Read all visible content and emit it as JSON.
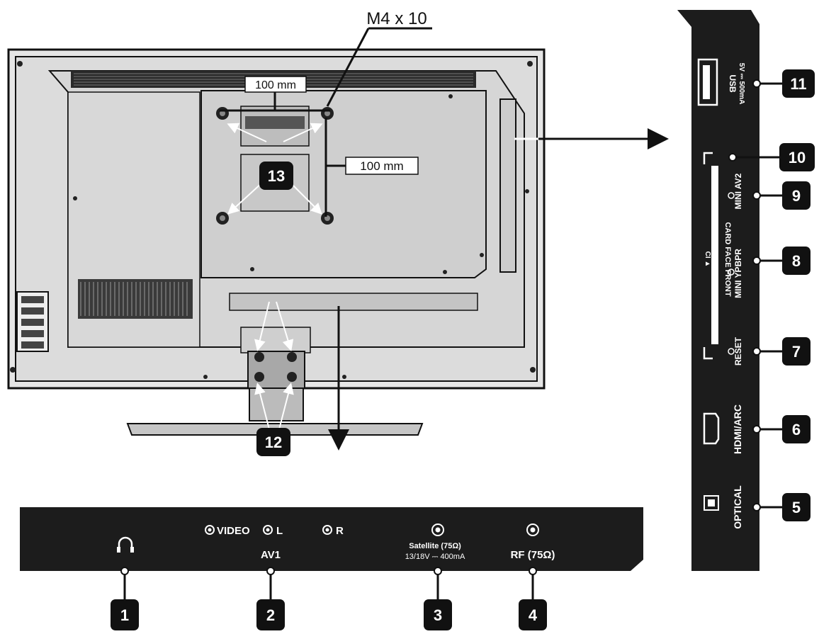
{
  "annotations": {
    "screw_spec": "M4 x 10",
    "vesa_horizontal": "100 mm",
    "vesa_vertical": "100 mm"
  },
  "callouts": {
    "n1": "1",
    "n2": "2",
    "n3": "3",
    "n4": "4",
    "n5": "5",
    "n6": "6",
    "n7": "7",
    "n8": "8",
    "n9": "9",
    "n10": "10",
    "n11": "11",
    "n12": "12",
    "n13": "13"
  },
  "bottom_panel": {
    "video_label": "VIDEO",
    "l_label": "L",
    "r_label": "R",
    "av1_label": "AV1",
    "satellite_label": "Satellite (75Ω)",
    "satellite_power": "13/18V ⎓ 400mA",
    "rf_label": "RF (75Ω)"
  },
  "side_panel": {
    "usb_label": "USB",
    "usb_power": "5V ⎓ 500mA",
    "mini_av2_label": "MINI AV2",
    "mini_ypbpr_label": "MINI YPBPR",
    "ci_label": "CI ▲",
    "card_face_label": "CARD FACE FRONT",
    "reset_label": "RESET",
    "hdmi_label": "HDMI/ARC",
    "optical_label": "OPTICAL"
  }
}
